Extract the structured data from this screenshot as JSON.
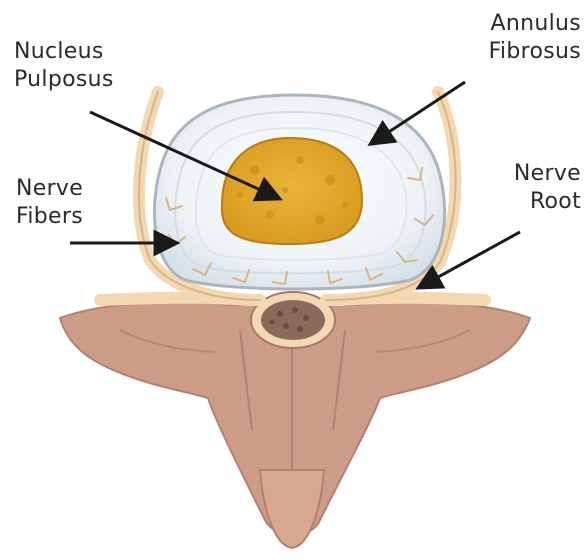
{
  "labels": {
    "nucleus_pulposus": [
      "Nucleus",
      "Pulposus"
    ],
    "annulus_fibrosus": [
      "Annulus",
      "Fibrosus"
    ],
    "nerve_fibers": [
      "Nerve",
      "Fibers"
    ],
    "nerve_root": [
      "Nerve",
      "Root"
    ]
  },
  "colors": {
    "vertebra": "#cc9c86",
    "vertebra_dark": "#a9786a",
    "annulus_outer": "#dde6ec",
    "annulus_inner": "#f6f8fa",
    "nucleus": "#e3a82e",
    "nerve": "#f2d9b1",
    "text": "#2b2b2b",
    "arrow": "#1a1a1a"
  }
}
